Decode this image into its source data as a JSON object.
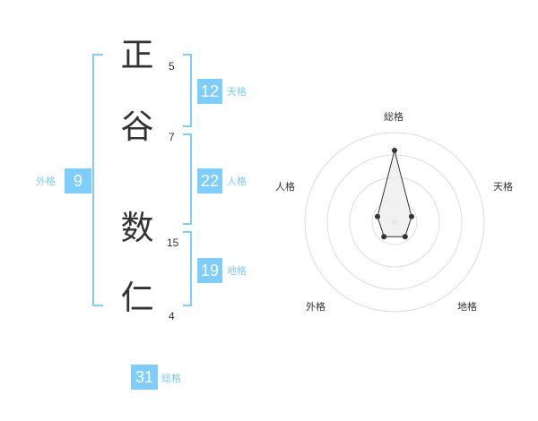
{
  "name": {
    "chars": [
      {
        "char": "正",
        "strokes": "5"
      },
      {
        "char": "谷",
        "strokes": "7"
      },
      {
        "char": "数",
        "strokes": "15"
      },
      {
        "char": "仁",
        "strokes": "4"
      }
    ]
  },
  "fortune": {
    "tenkaku": {
      "value": "12",
      "label": "天格"
    },
    "jinkaku": {
      "value": "22",
      "label": "人格"
    },
    "chikaku": {
      "value": "19",
      "label": "地格"
    },
    "gaikaku": {
      "value": "9",
      "label": "外格"
    },
    "soukaku": {
      "value": "31",
      "label": "総格"
    }
  },
  "colors": {
    "accent": "#7fcdfb",
    "text": "#333333",
    "ring": "#dddddd"
  },
  "chart_data": {
    "type": "radar",
    "categories": [
      "総格",
      "天格",
      "地格",
      "外格",
      "人格"
    ],
    "values": [
      4,
      1,
      1,
      1,
      1
    ],
    "rmax": 5,
    "rings": 4
  }
}
